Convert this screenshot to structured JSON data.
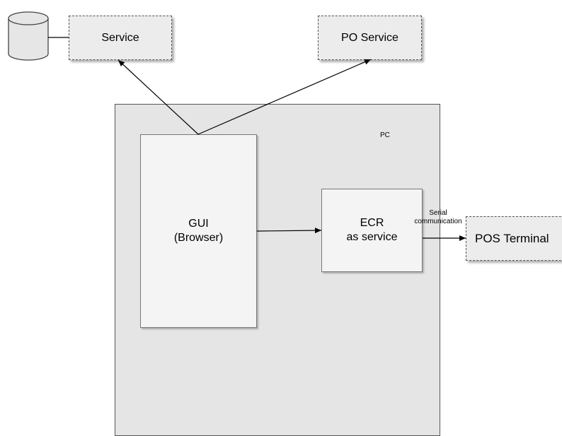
{
  "pc": {
    "label": "PC"
  },
  "gui": {
    "line1": "GUI",
    "line2": "(Browser)"
  },
  "ecr": {
    "line1": "ECR",
    "line2": "as service"
  },
  "service": {
    "label": "Service"
  },
  "po_service": {
    "label": "PO Service"
  },
  "pos_terminal": {
    "label": "POS Terminal"
  },
  "serial": {
    "line1": "Serial",
    "line2": "communication"
  },
  "icons": {
    "database": "database-icon"
  }
}
